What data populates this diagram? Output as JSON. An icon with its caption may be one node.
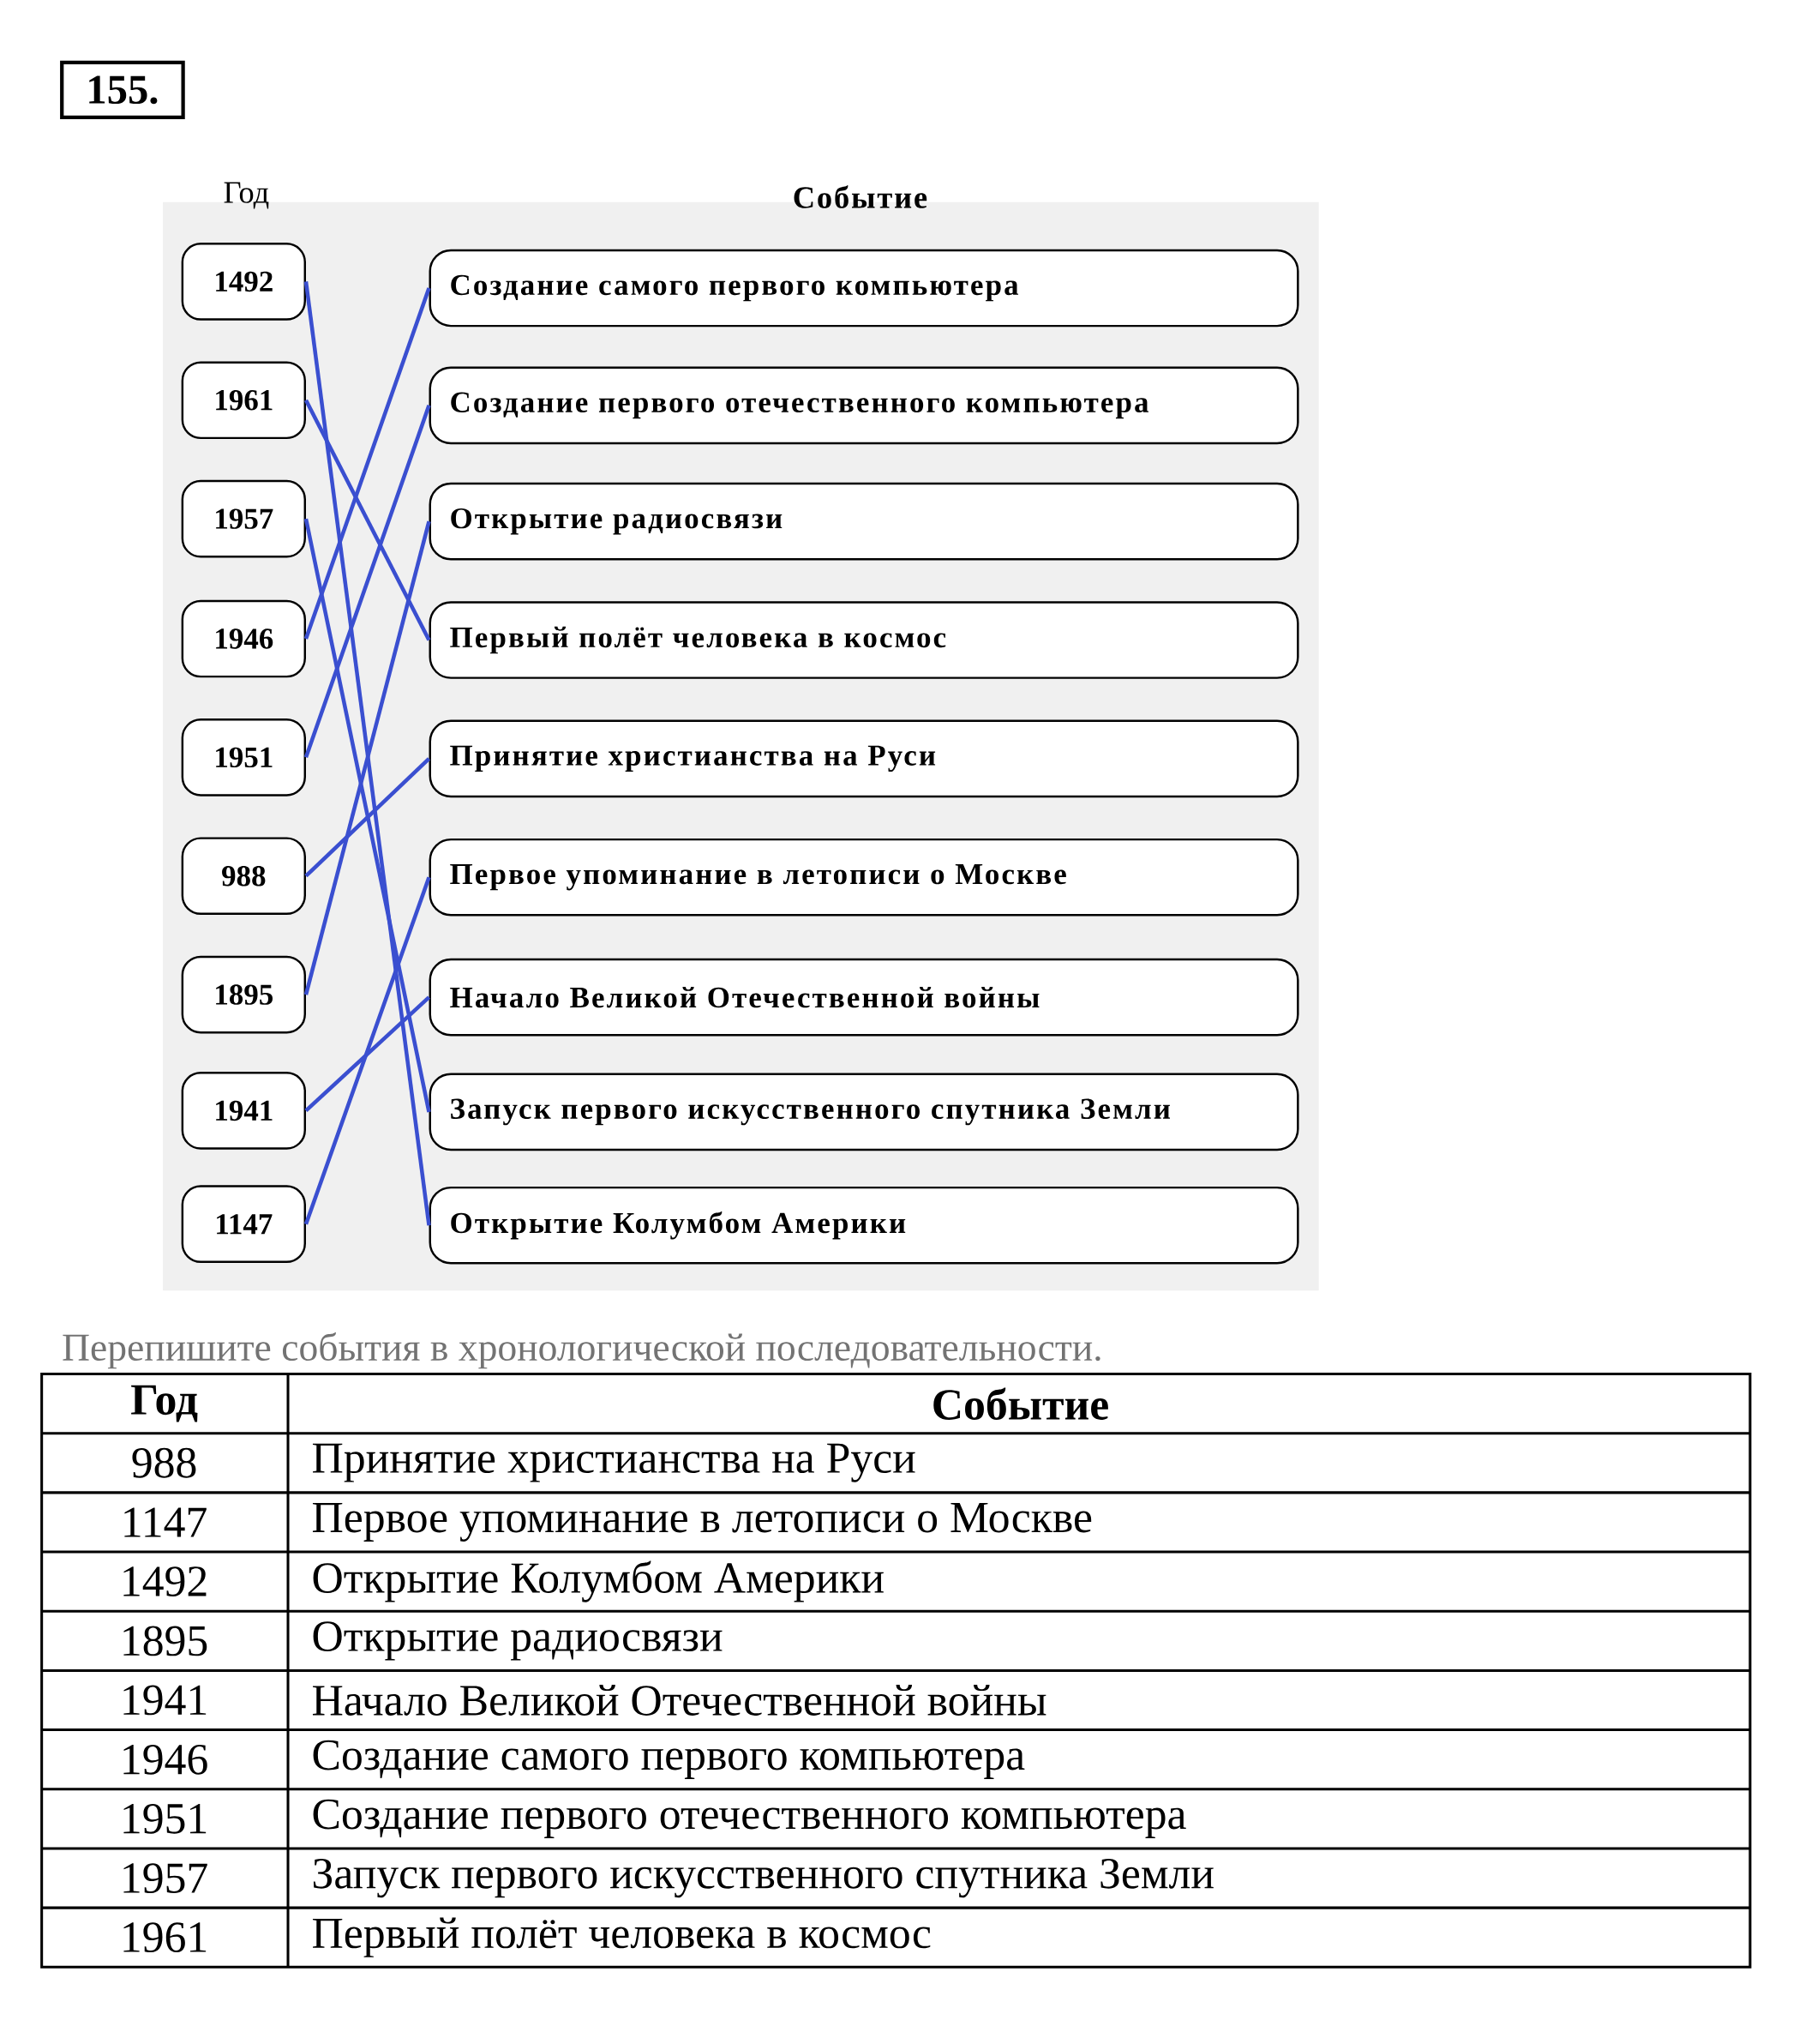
{
  "diagram": {
    "nodes": [
      {
        "text": [
          "155."
        ]
      },
      {
        "text": [
          "1492"
        ]
      },
      {
        "text": [
          "1961"
        ]
      },
      {
        "text": [
          "1957"
        ]
      },
      {
        "text": [
          "1946"
        ]
      },
      {
        "text": [
          "1951"
        ]
      },
      {
        "text": [
          "988"
        ]
      },
      {
        "text": [
          "1895"
        ]
      },
      {
        "text": [
          "1941"
        ]
      },
      {
        "text": [
          "1147"
        ]
      },
      {
        "text": [
          "Создание самого первого компьютера"
        ]
      },
      {
        "text": [
          "Создание первого отечественного компьютера"
        ]
      },
      {
        "text": [
          "Открытие радиосвязи"
        ]
      },
      {
        "text": [
          "Первый полёт человека в космос"
        ]
      },
      {
        "text": [
          "Принятие христианства на Руси"
        ]
      },
      {
        "text": [
          "Первое упоминание в летописи о Москве"
        ]
      },
      {
        "text": [
          "Начало Великой Отечественной войны"
        ]
      },
      {
        "text": [
          "Запуск первого искусственного спутника Земли"
        ]
      },
      {
        "text": [
          "Открытие Колумбом Америки"
        ]
      }
    ],
    "edges": [
      {
        "from": 1,
        "to": 18,
        "arrow": "none"
      },
      {
        "from": 2,
        "to": 13,
        "arrow": "none"
      },
      {
        "from": 3,
        "to": 17,
        "arrow": "none"
      },
      {
        "from": 4,
        "to": 10,
        "arrow": "none"
      },
      {
        "from": 5,
        "to": 11,
        "arrow": "none"
      },
      {
        "from": 6,
        "to": 14,
        "arrow": "none"
      },
      {
        "from": 7,
        "to": 12,
        "arrow": "none"
      },
      {
        "from": 8,
        "to": 16,
        "arrow": "none"
      },
      {
        "from": 9,
        "to": 15,
        "arrow": "none"
      }
    ],
    "labels": [
      "Год",
      "Событие",
      "Перепишите события в хронологической последовательности.",
      "Год",
      "Событие",
      "988",
      "Принятие христианства на Руси",
      "1147",
      "Первое упоминание в летописи о Москве",
      "1492",
      "Открытие Колумбом Америки",
      "1895",
      "Открытие радиосвязи",
      "1941",
      "Начало Великой Отечественной войны",
      "1946",
      "Создание самого первого компьютера",
      "1951",
      "Создание первого отечественного компьютера",
      "1957",
      "Запуск первого искусственного спутника Земли",
      "1961",
      "Первый полёт человека в космос"
    ]
  }
}
